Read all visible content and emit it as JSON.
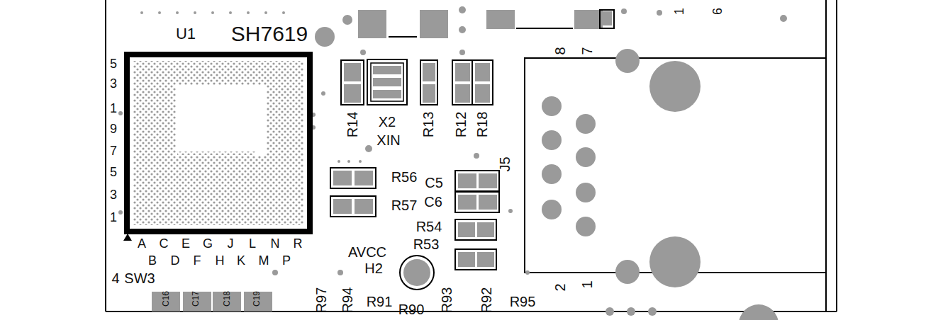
{
  "diagram": {
    "nodes": [
      {
        "text": [
          "U1",
          "SH7619"
        ]
      }
    ],
    "labels": [
      "5",
      "3",
      "1",
      "9",
      "7",
      "5",
      "3",
      "1",
      "A",
      "C",
      "E",
      "G",
      "J",
      "L",
      "N",
      "R",
      "B",
      "D",
      "F",
      "H",
      "K",
      "M",
      "P",
      "4",
      "SW3",
      "R14",
      "X2",
      "XIN",
      "R13",
      "R12",
      "R18",
      "R56",
      "R57",
      "C5",
      "C6",
      "R54",
      "R53",
      "AVCC",
      "H2",
      "J5",
      "C16",
      "C17",
      "C18",
      "C19",
      "R97",
      "R94",
      "R91",
      "R90",
      "R93",
      "R92",
      "R95",
      "8",
      "7",
      "2",
      "1",
      "1",
      "6"
    ]
  }
}
